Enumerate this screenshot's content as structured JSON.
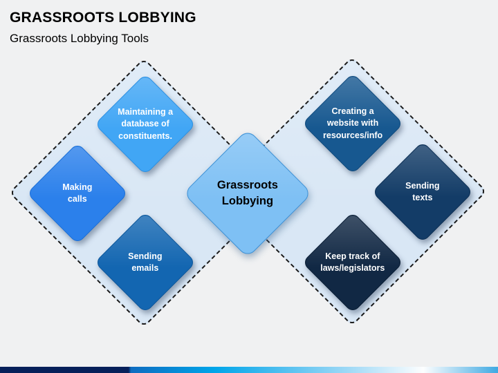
{
  "slide": {
    "title": "GRASSROOTS LOBBYING",
    "subtitle": "Grassroots Lobbying Tools",
    "background_color": "#F0F1F2",
    "title_color": "#000000"
  },
  "diagram": {
    "group_fill": "#D9E7F5",
    "group_border": "#1A1A1A",
    "center_node": {
      "label": "Grassroots\nLobbying",
      "fill": "#7EC0F4",
      "border": "#3D91D6",
      "text_color": "#000000"
    },
    "left_nodes": [
      {
        "label": "Maintaining a\ndatabase of\nconstituents.",
        "fill": "#41A6F5",
        "border": "#2B8FE2",
        "text_color": "#FFFFFF"
      },
      {
        "label": "Making\ncalls",
        "fill": "#2B80EB",
        "border": "#1A6FD8",
        "text_color": "#FFFFFF"
      },
      {
        "label": "Sending\nemails",
        "fill": "#1366B1",
        "border": "#0D579B",
        "text_color": "#FFFFFF"
      }
    ],
    "right_nodes": [
      {
        "label": "Creating a\nwebsite with\nresources/info",
        "fill": "#175890",
        "border": "#0F4A7D",
        "text_color": "#FFFFFF"
      },
      {
        "label": "Sending\ntexts",
        "fill": "#133C67",
        "border": "#0C2F54",
        "text_color": "#FFFFFF"
      },
      {
        "label": "Keep track of\nlaws/legislators",
        "fill": "#112844",
        "border": "#081C33",
        "text_color": "#FFFFFF"
      }
    ]
  },
  "footer_bar": {
    "navy": "#06205A",
    "blue": "#0E6CC0",
    "cyan": "#00A5E9",
    "light_blue": "#9FD9F6",
    "white": "#FDFEFF",
    "right_blue": "#3FA9E2"
  }
}
